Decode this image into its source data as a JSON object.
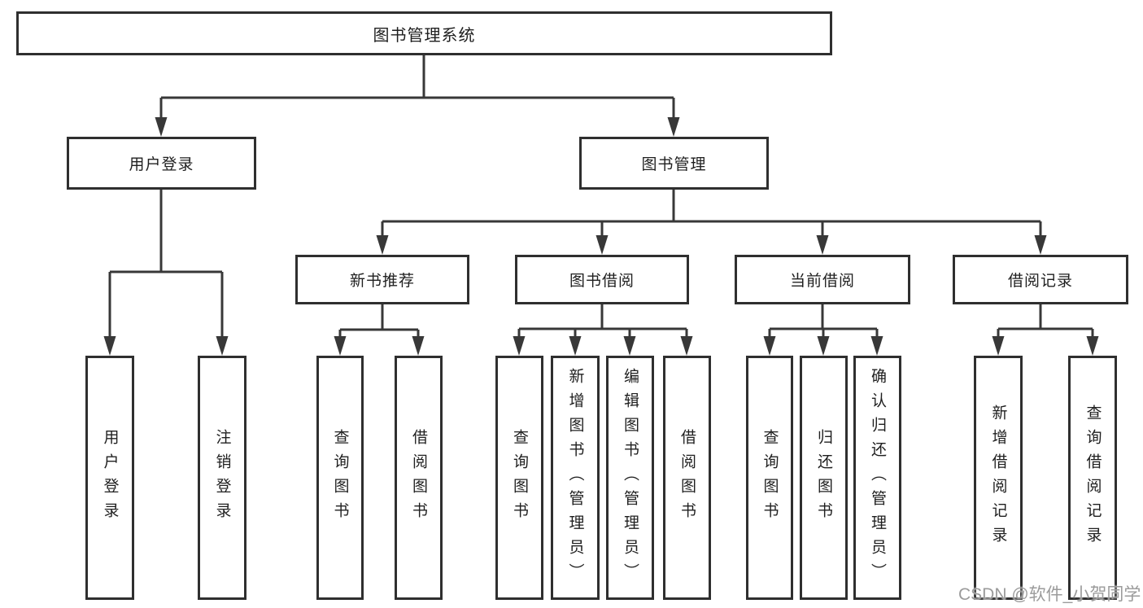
{
  "root": {
    "label": "图书管理系统"
  },
  "level2": {
    "user_login": {
      "label": "用户登录"
    },
    "book_management": {
      "label": "图书管理"
    }
  },
  "level3": {
    "new_book_recommend": {
      "label": "新书推荐"
    },
    "book_borrow": {
      "label": "图书借阅"
    },
    "current_borrow": {
      "label": "当前借阅"
    },
    "borrow_records": {
      "label": "借阅记录"
    }
  },
  "leaves": {
    "user_login_children": [
      {
        "label": "用户登录"
      },
      {
        "label": "注销登录"
      }
    ],
    "new_book_children": [
      {
        "label": "查询图书"
      },
      {
        "label": "借阅图书"
      }
    ],
    "book_borrow_children": [
      {
        "label": "查询图书"
      },
      {
        "label": "新增图书（管理员）"
      },
      {
        "label": "编辑图书（管理员）"
      },
      {
        "label": "借阅图书"
      }
    ],
    "current_borrow_children": [
      {
        "label": "查询图书"
      },
      {
        "label": "归还图书"
      },
      {
        "label": "确认归还（管理员）"
      }
    ],
    "borrow_records_children": [
      {
        "label": "新增借阅记录"
      },
      {
        "label": "查询借阅记录"
      }
    ]
  },
  "watermark": {
    "text": "CSDN @软件_小贺同学",
    "color": "#9b9b9b"
  },
  "colors": {
    "line": "#383838",
    "border": "#2f2f2f",
    "text": "#1f1f1f",
    "background": "#ffffff"
  }
}
